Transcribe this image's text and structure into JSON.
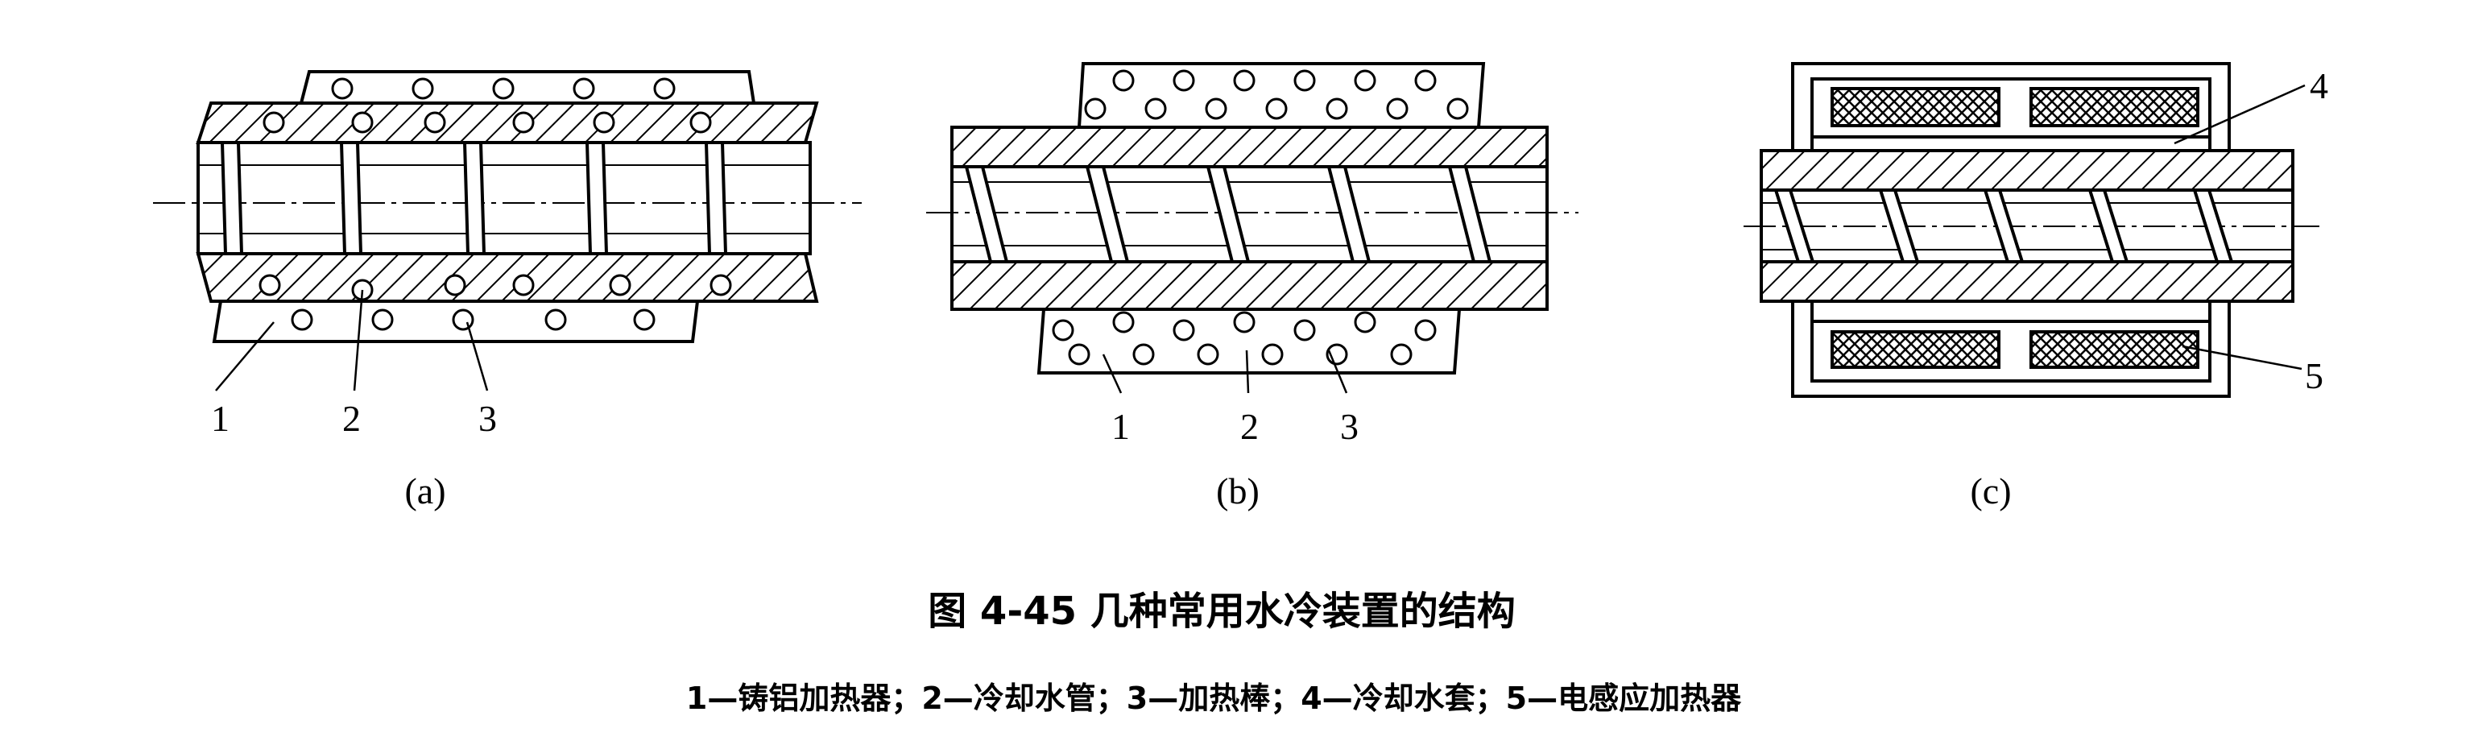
{
  "figure": {
    "title": "图 4-45   几种常用水冷装置的结构",
    "legend": "1—铸铝加热器；2—冷却水管；3—加热棒；4—冷却水套；5—电感应加热器"
  },
  "panels": {
    "a": {
      "caption": "(a)",
      "callouts": [
        "1",
        "2",
        "3"
      ]
    },
    "b": {
      "caption": "(b)",
      "callouts": [
        "1",
        "2",
        "3"
      ]
    },
    "c": {
      "caption": "(c)",
      "callouts": [
        "4",
        "5"
      ]
    }
  }
}
